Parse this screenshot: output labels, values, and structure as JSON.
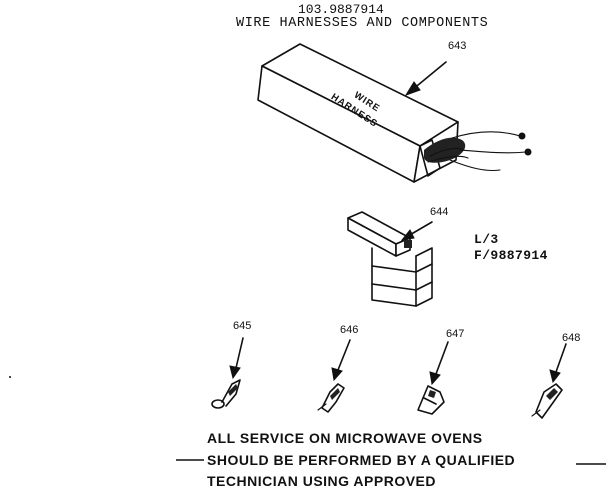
{
  "header": {
    "model_number": "103.9887914",
    "title": "WIRE HARNESSES AND COMPONENTS"
  },
  "parts": {
    "harness_box": {
      "number": "643",
      "label_line1": "WIRE",
      "label_line2": "HARNESS"
    },
    "connector": {
      "number": "644"
    },
    "terminal_1": {
      "number": "645"
    },
    "terminal_2": {
      "number": "646"
    },
    "terminal_3": {
      "number": "647"
    },
    "terminal_4": {
      "number": "648"
    }
  },
  "reference": {
    "line1": "L/3",
    "line2": "F/9887914"
  },
  "notice": {
    "line1": "ALL SERVICE ON MICROWAVE OVENS",
    "line2": "SHOULD BE PERFORMED BY A QUALIFIED",
    "line3": "TECHNICIAN USING APPROVED"
  }
}
